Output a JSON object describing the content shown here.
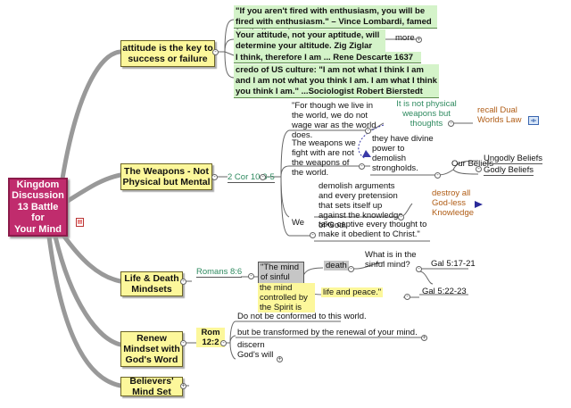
{
  "central": {
    "title_lines": [
      "Kingdom",
      "Discussion",
      "13 Battle for",
      "Your Mind"
    ]
  },
  "branches": [
    {
      "title": "attitude is the key to success or failure",
      "items": [
        "\"If you aren't fired with enthusiasm, you will be fired with enthusiasm.\" – Vince Lombardi, famed football coach",
        "Your attitude, not your aptitude, will determine your altitude. Zig Ziglar",
        "I think, therefore I am ... Rene Descarte 1637",
        "credo of US culture: \"I am not what I think I am and I am not what you think I am. I am what I think you think I am.\" ...Sociologist Robert Bierstedt"
      ],
      "more_label": "more"
    },
    {
      "title": "The Weapons - Not Physical but Mental",
      "reference": "2 Cor 10:3-5",
      "nodes": {
        "for_though": "\"For though we live in the world, we do not wage war as the world does.",
        "not_physical": "It is not physical weapons but thoughts",
        "recall": "recall Dual Worlds Law",
        "weapons_fight": "The weapons we fight with are not the weapons of the world.",
        "divine_power": "they have divine power to demolish strongholds.",
        "our_beliefs": "Our Beliefs",
        "ungodly": "Ungodly Beliefs",
        "godly": "Godly Beliefs",
        "demolish": "demolish arguments and every pretension that sets itself up against the knowledge of God.",
        "destroy": "destroy all God-less Knowledge",
        "we": "We",
        "captive": "take captive every thought to make it obedient to Christ.\""
      }
    },
    {
      "title": "Life & Death Mindsets",
      "reference": "Romans 8:6",
      "nodes": {
        "mind_sinful": "\"The mind of sinful man is",
        "death": "death",
        "what_sinful": "What is in the sinful mind?",
        "gal1": "Gal 5:17-21",
        "mind_spirit": "the mind controlled by the Spirit is",
        "life_peace": "life and peace.\"",
        "gal2": "Gal 5:22-23"
      }
    },
    {
      "title": "Renew Mindset with God's Word",
      "reference": "Rom 12:2",
      "items": [
        "Do not be conformed to this world.",
        "but be transformed by the renewal of your mind.",
        "discern God's will"
      ]
    },
    {
      "title": "Believers' Mind Set"
    }
  ],
  "colors": {
    "central": "#c02c6d",
    "main_topic": "#fcf79b",
    "quote_box": "#d4f3c9",
    "orange_text": "#b05d16",
    "teal_text": "#2e8a5f"
  }
}
